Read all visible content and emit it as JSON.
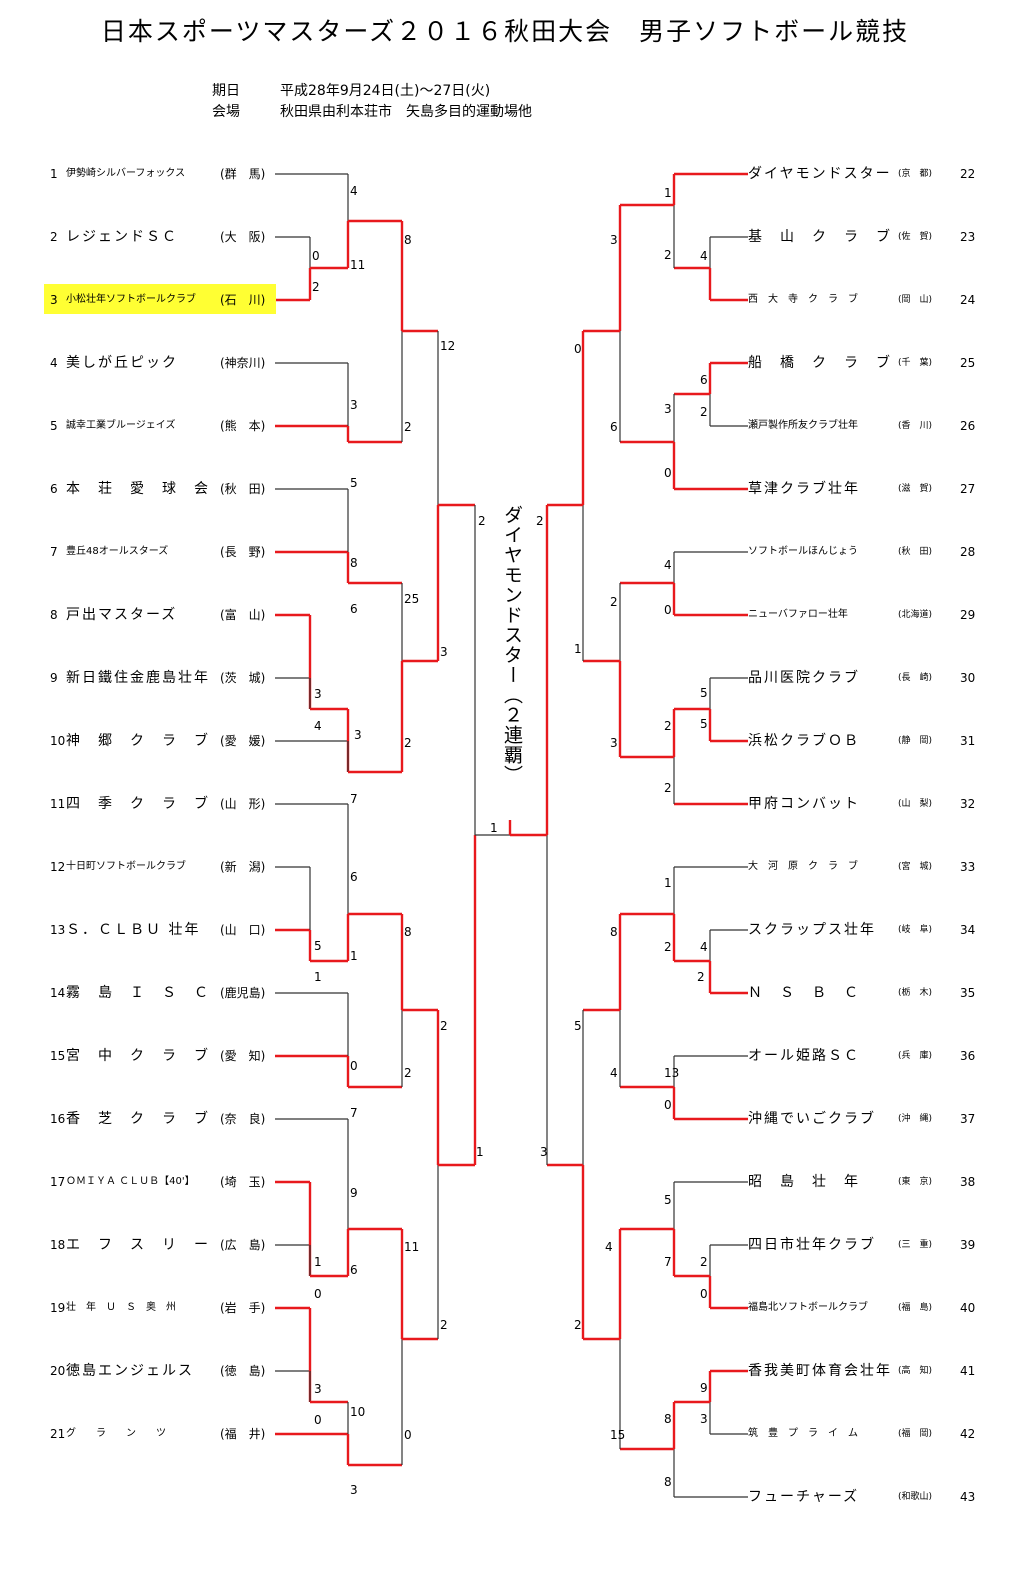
{
  "title": "日本スポーツマスターズ２０１６秋田大会　男子ソフトボール競技",
  "info": {
    "date_label": "期日",
    "date_value": "平成28年9月24日(土)～27日(火)",
    "venue_label": "会場",
    "venue_value": "秋田県由利本荘市　矢島多目的運動場他"
  },
  "champion_text": "ダイヤモンドスター（２連覇）",
  "colors": {
    "winner_line": "#e8191d",
    "loser_line": "#333333",
    "highlight": "#ffff33"
  },
  "left_teams": [
    {
      "seed": "1",
      "name": "伊勢崎シルバーフォックス",
      "pref": "(群　馬)"
    },
    {
      "seed": "2",
      "name": "レジェンドＳＣ",
      "pref": "(大　阪)"
    },
    {
      "seed": "3",
      "name": "小松壮年ソフトボールクラブ",
      "pref": "(石　川)"
    },
    {
      "seed": "4",
      "name": "美しが丘ピック",
      "pref": "(神奈川)"
    },
    {
      "seed": "5",
      "name": "誠幸工業ブルージェイズ",
      "pref": "(熊　本)"
    },
    {
      "seed": "6",
      "name": "本　荘　愛　球　会",
      "pref": "(秋　田)"
    },
    {
      "seed": "7",
      "name": "豊丘48オールスターズ",
      "pref": "(長　野)"
    },
    {
      "seed": "8",
      "name": "戸出マスターズ",
      "pref": "(富　山)"
    },
    {
      "seed": "9",
      "name": "新日鐵住金鹿島壮年",
      "pref": "(茨　城)"
    },
    {
      "seed": "10",
      "name": "神　郷　ク　ラ　ブ",
      "pref": "(愛　媛)"
    },
    {
      "seed": "11",
      "name": "四　季　ク　ラ　ブ",
      "pref": "(山　形)"
    },
    {
      "seed": "12",
      "name": "十日町ソフトボールクラブ",
      "pref": "(新　潟)"
    },
    {
      "seed": "13",
      "name": "Ｓ．ＣＬＢＵ 壮年",
      "pref": "(山　口)"
    },
    {
      "seed": "14",
      "name": "霧　島　Ｉ　Ｓ　Ｃ",
      "pref": "(鹿児島)"
    },
    {
      "seed": "15",
      "name": "宮　中　ク　ラ　ブ",
      "pref": "(愛　知)"
    },
    {
      "seed": "16",
      "name": "香　芝　ク　ラ　ブ",
      "pref": "(奈　良)"
    },
    {
      "seed": "17",
      "name": "ＯＭＩＹＡ ＣＬＵＢ【40'】",
      "pref": "(埼　玉)"
    },
    {
      "seed": "18",
      "name": "エ　フ　ス　リ　ー",
      "pref": "(広　島)"
    },
    {
      "seed": "19",
      "name": "壮　年　Ｕ　Ｓ　奥　州",
      "pref": "(岩　手)"
    },
    {
      "seed": "20",
      "name": "徳島エンジェルス",
      "pref": "(徳　島)"
    },
    {
      "seed": "21",
      "name": "グ　　ラ　　ン　　ツ",
      "pref": "(福　井)"
    }
  ],
  "right_teams": [
    {
      "seed": "22",
      "name": "ダイヤモンドスター",
      "pref": "(京　都)"
    },
    {
      "seed": "23",
      "name": "基　山　ク　ラ　ブ",
      "pref": "(佐　賀)"
    },
    {
      "seed": "24",
      "name": "西　大　寺　ク　ラ　ブ",
      "pref": "(岡　山)"
    },
    {
      "seed": "25",
      "name": "船　橋　ク　ラ　ブ",
      "pref": "(千　葉)"
    },
    {
      "seed": "26",
      "name": "瀬戸製作所友クラブ壮年",
      "pref": "(香　川)"
    },
    {
      "seed": "27",
      "name": "草津クラブ壮年",
      "pref": "(滋　賀)"
    },
    {
      "seed": "28",
      "name": "ソフトボールほんじょう",
      "pref": "(秋　田)"
    },
    {
      "seed": "29",
      "name": "ニューバファロー壮年",
      "pref": "(北海道)"
    },
    {
      "seed": "30",
      "name": "品川医院クラブ",
      "pref": "(長　崎)"
    },
    {
      "seed": "31",
      "name": "浜松クラブＯＢ",
      "pref": "(静　岡)"
    },
    {
      "seed": "32",
      "name": "甲府コンバット",
      "pref": "(山　梨)"
    },
    {
      "seed": "33",
      "name": "大　河　原　ク　ラ　ブ",
      "pref": "(宮　城)"
    },
    {
      "seed": "34",
      "name": "スクラップス壮年",
      "pref": "(岐　阜)"
    },
    {
      "seed": "35",
      "name": "Ｎ　Ｓ　Ｂ　Ｃ",
      "pref": "(栃　木)"
    },
    {
      "seed": "36",
      "name": "オール姫路ＳＣ",
      "pref": "(兵　庫)"
    },
    {
      "seed": "37",
      "name": "沖縄でいごクラブ",
      "pref": "(沖　縄)"
    },
    {
      "seed": "38",
      "name": "昭　島　壮　年",
      "pref": "(東　京)"
    },
    {
      "seed": "39",
      "name": "四日市壮年クラブ",
      "pref": "(三　重)"
    },
    {
      "seed": "40",
      "name": "福島北ソフトボールクラブ",
      "pref": "(福　島)"
    },
    {
      "seed": "41",
      "name": "香我美町体育会壮年",
      "pref": "(高　知)"
    },
    {
      "seed": "42",
      "name": "筑　豊　プ　ラ　イ　ム",
      "pref": "(福　岡)"
    },
    {
      "seed": "43",
      "name": "フューチャーズ",
      "pref": "(和歌山)"
    }
  ],
  "scores": [
    "4",
    "0",
    "2",
    "11",
    "8",
    "3",
    "2",
    "5",
    "8",
    "6",
    "25",
    "3",
    "4",
    "3",
    "2",
    "7",
    "6",
    "5",
    "1",
    "1",
    "8",
    "0",
    "2",
    "7",
    "9",
    "1",
    "0",
    "6",
    "11",
    "2",
    "3",
    "0",
    "10",
    "0",
    "3",
    "1",
    "12",
    "3",
    "2",
    "1",
    "2",
    "4",
    "0",
    "3",
    "6",
    "3",
    "6",
    "2",
    "0",
    "1",
    "4",
    "0",
    "2",
    "5",
    "5",
    "2",
    "2",
    "3",
    "1",
    "8",
    "2",
    "4",
    "2",
    "5",
    "4",
    "13",
    "0",
    "5",
    "7",
    "2",
    "0",
    "4",
    "9",
    "3",
    "8",
    "15",
    "8",
    "2",
    "3",
    "2",
    "6",
    "1"
  ]
}
